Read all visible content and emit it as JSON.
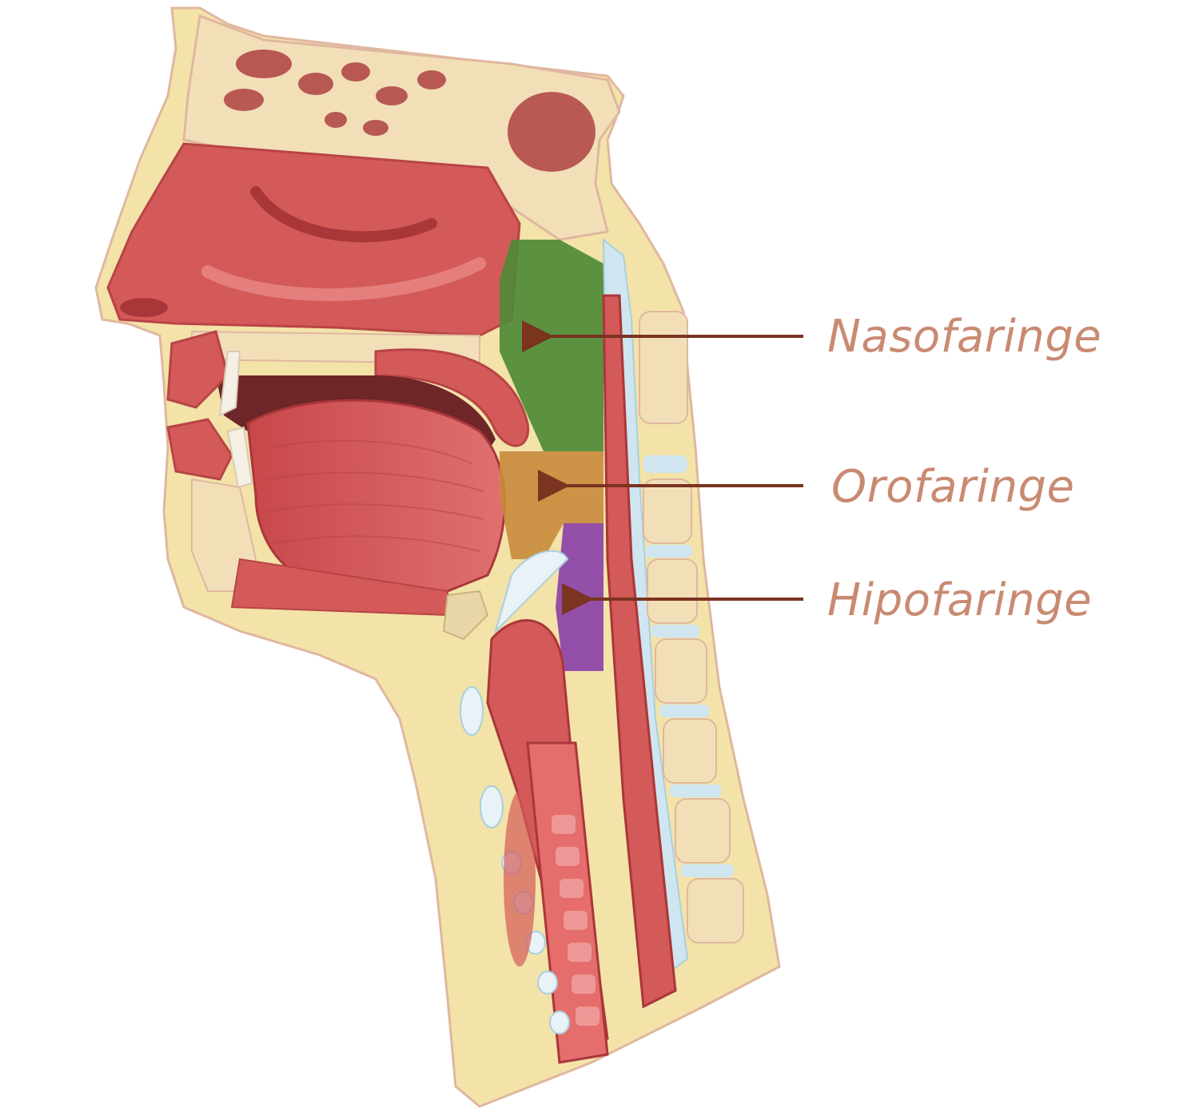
{
  "labels": {
    "nasopharynx": "Nasofaringe",
    "oropharynx": "Orofaringe",
    "hypopharynx": "Hipofaringe"
  },
  "colors": {
    "bone": "#f2dfb8",
    "skin": "#f3e3a8",
    "tissue": "#d35a58",
    "tissue_dark": "#a9373a",
    "cartilage": "#cfe6f0",
    "nasopharynx_zone": "#4f8a36",
    "oropharynx_zone": "#c98a3c",
    "hypopharynx_zone": "#8a3ea8",
    "arrow": "#7a3420",
    "label_text": "#c98a72"
  }
}
